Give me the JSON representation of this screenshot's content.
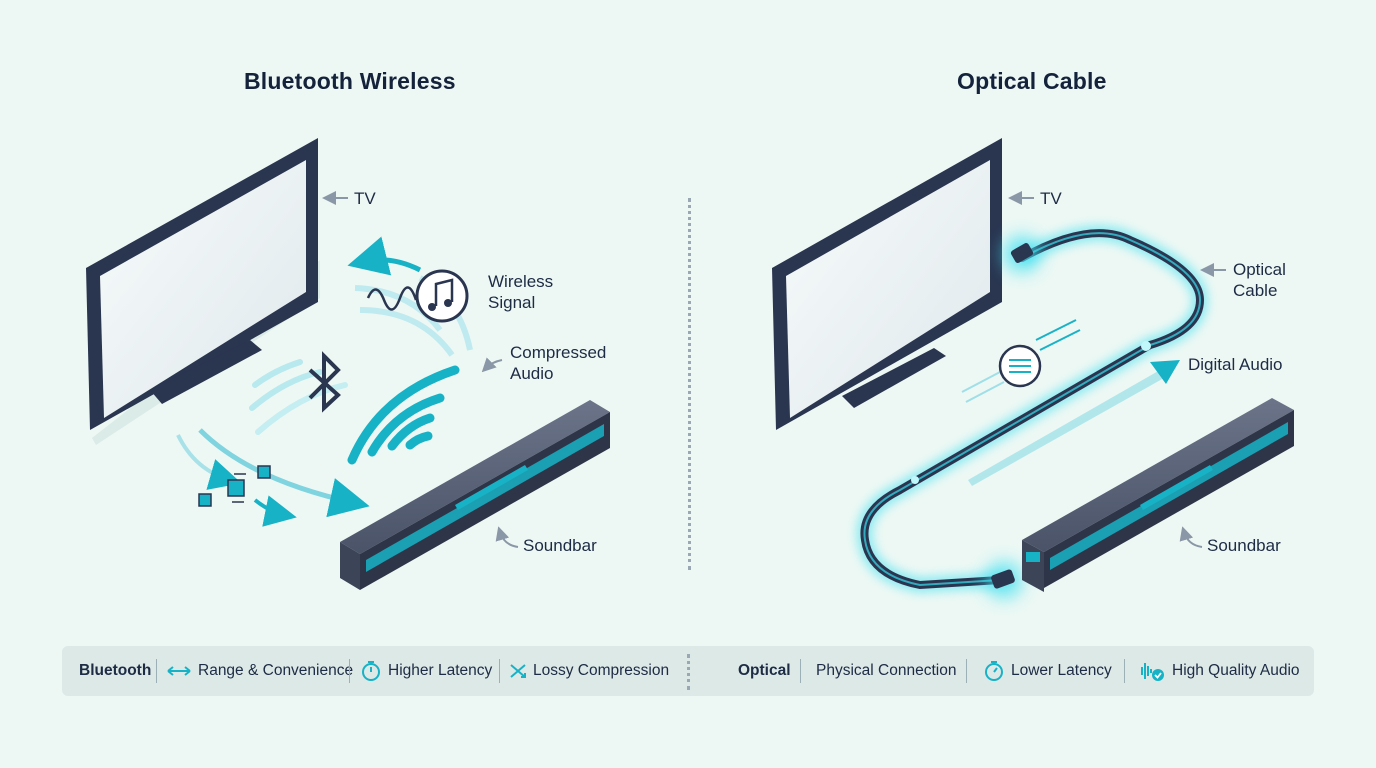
{
  "left_panel": {
    "title": "Bluetooth Wireless",
    "labels": {
      "tv": "TV",
      "wireless_signal": "Wireless\nSignal",
      "compressed_audio": "Compressed\nAudio",
      "soundbar": "Soundbar"
    }
  },
  "right_panel": {
    "title": "Optical Cable",
    "labels": {
      "tv": "TV",
      "optical_cable": "Optical\nCable",
      "digital_audio": "Digital Audio",
      "soundbar": "Soundbar"
    }
  },
  "legend": {
    "bluetooth": {
      "heading": "Bluetooth",
      "items": [
        "Range & Convenience",
        "Higher Latency",
        "Lossy Compression"
      ]
    },
    "optical": {
      "heading": "Optical",
      "items": [
        "Physical Connection",
        "Lower Latency",
        "High Quality Audio"
      ]
    }
  },
  "colors": {
    "background": "#edf8f4",
    "device_dark": "#2a3550",
    "accent_teal": "#18b2c6",
    "glow": "#3fe0f0"
  }
}
